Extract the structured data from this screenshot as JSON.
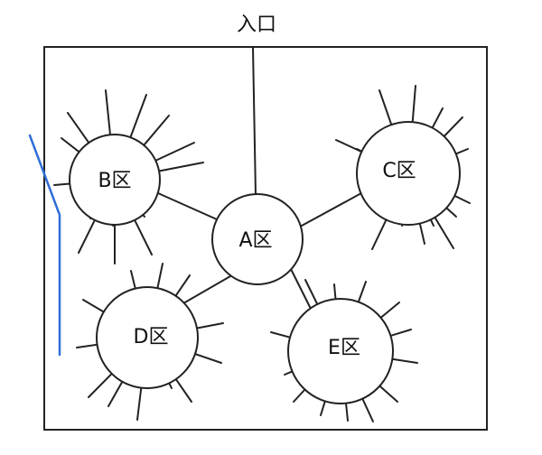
{
  "entrance_label": "入口",
  "zones": [
    {
      "id": "a",
      "label": "A区"
    },
    {
      "id": "b",
      "label": "B区"
    },
    {
      "id": "c",
      "label": "C区"
    },
    {
      "id": "d",
      "label": "D区"
    },
    {
      "id": "e",
      "label": "E区"
    }
  ],
  "colors": {
    "line": "#222222",
    "marker": "#2f6fd6"
  }
}
